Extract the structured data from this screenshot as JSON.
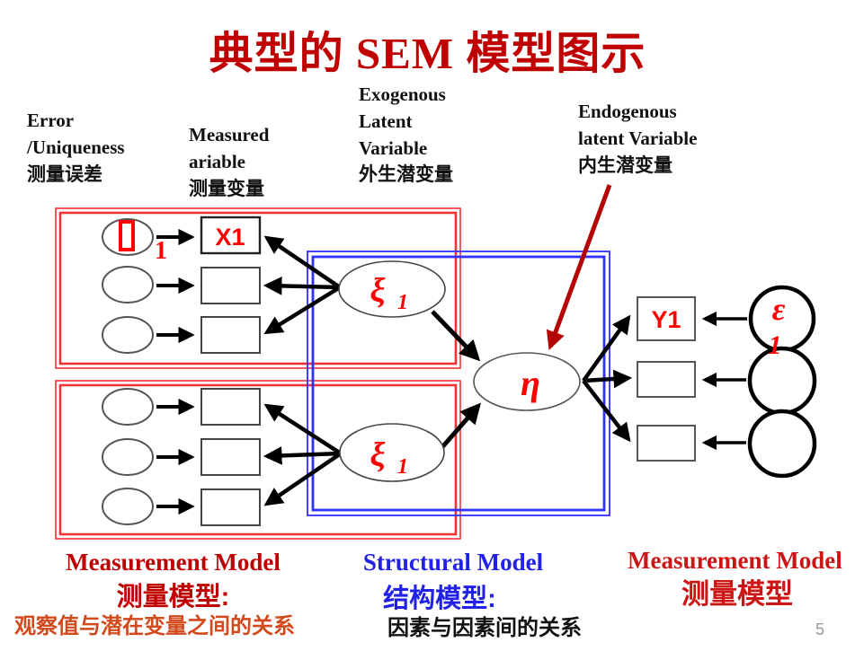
{
  "title": "典型的 SEM 模型图示",
  "page_number": "5",
  "top_labels": {
    "error": "Error\n/Uniqueness\n测量误差",
    "measured": "Measured\nariable\n测量变量",
    "exogenous": "Exogenous\nLatent\nVariable\n外生潜变量",
    "endogenous": "Endogenous\nlatent Variable\n内生潜变量"
  },
  "nodes": {
    "x1": "X1",
    "y1": "Y1",
    "xi_upper": "ξ",
    "xi_upper_sub": "1",
    "xi_lower": "ξ",
    "xi_lower_sub": "1",
    "eta": "η",
    "epsilon": "ε",
    "epsilon_sub": "1",
    "delta_sub": "1"
  },
  "legend": {
    "measurement_left_en": "Measurement Model",
    "measurement_left_zh": "测量模型:",
    "measurement_left_desc": "观察值与潜在变量之间的关系",
    "structural_en": "Structural Model",
    "structural_zh": "结构模型:",
    "structural_desc": "因素与因素间的关系",
    "measurement_right_en": "Measurement Model",
    "measurement_right_zh": "测量模型"
  },
  "colors": {
    "title_red": "#C00000",
    "measurement_box_red": "#EE3333",
    "structural_box_blue": "#3030FF",
    "node_label_red": "#FF0000",
    "annotation_arrow_red": "#B40404",
    "legend_left_red": "#C00000",
    "legend_left_orange": "#D2491C",
    "legend_blue": "#2121E8",
    "legend_right_red": "#CC1616",
    "page_number_gray": "#9A9A9A"
  }
}
